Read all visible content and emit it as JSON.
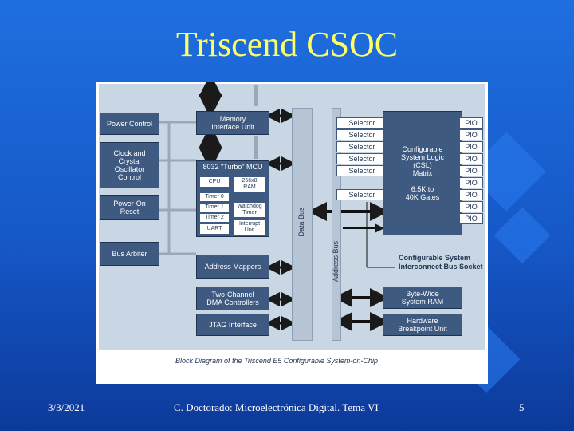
{
  "slide": {
    "title": "Triscend CSOC",
    "footer_date": "3/3/2021",
    "footer_center": "C. Doctorado: Microelectrónica Digital.  Tema VI",
    "footer_page": "5"
  },
  "diagram": {
    "left_blocks": [
      "Power Control",
      "Clock and\nCrystal\nOscillator\nControl",
      "Power-On\nReset",
      "Bus Arbiter"
    ],
    "memory_interface": "Memory\nInterface Unit",
    "mcu": {
      "title": "8032 \"Turbo\" MCU",
      "cpu": "CPU",
      "ram": "256x8\nRAM",
      "timer0": "Timer 0",
      "timer1": "Timer 1",
      "timer2": "Timer 2",
      "uart": "UART",
      "watchdog": "Watchdog\nTimer",
      "interrupt": "Interrupt\nUnit"
    },
    "address_mappers": "Address Mappers",
    "dma": "Two-Channel\nDMA Controllers",
    "jtag": "JTAG Interface",
    "data_bus": "Data Bus",
    "address_bus": "Address Bus",
    "selectors": [
      "Selector",
      "Selector",
      "Selector",
      "Selector",
      "Selector",
      "Selector"
    ],
    "csl": "Configurable\nSystem Logic\n(CSL)\nMatrix\n\n6.5K to\n40K Gates",
    "pio": [
      "PIO",
      "PIO",
      "PIO",
      "PIO",
      "PIO",
      "PIO",
      "PIO",
      "PIO",
      "PIO"
    ],
    "socket": "Configurable System\nInterconnect Bus Socket",
    "system_ram": "Byte-Wide\nSystem RAM",
    "breakpoint": "Hardware\nBreakpoint Unit",
    "caption": "Block Diagram of the Triscend E5 Configurable System-on-Chip"
  }
}
